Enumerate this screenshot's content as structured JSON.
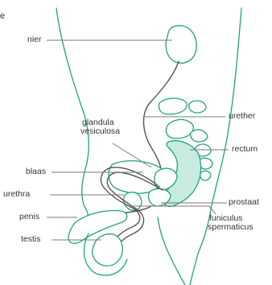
{
  "corner_text": "e",
  "labels": {
    "nier": "nier",
    "urether": "urether",
    "glandula_1": "glandula",
    "glandula_2": "vesiculosa",
    "rectum": "rectum",
    "blaas": "blaas",
    "prostaat": "prostaat",
    "funiculus_1": "funiculus",
    "funiculus_2": "spermaticus",
    "urethra": "urethra",
    "penis": "penis",
    "testis": "testis"
  },
  "colors": {
    "organ_outline": "#1fa37a",
    "organ_fill": "#c7ebe0",
    "duct": "#555555",
    "leader_line": "#7a7a7a",
    "label_text": "#333333"
  }
}
